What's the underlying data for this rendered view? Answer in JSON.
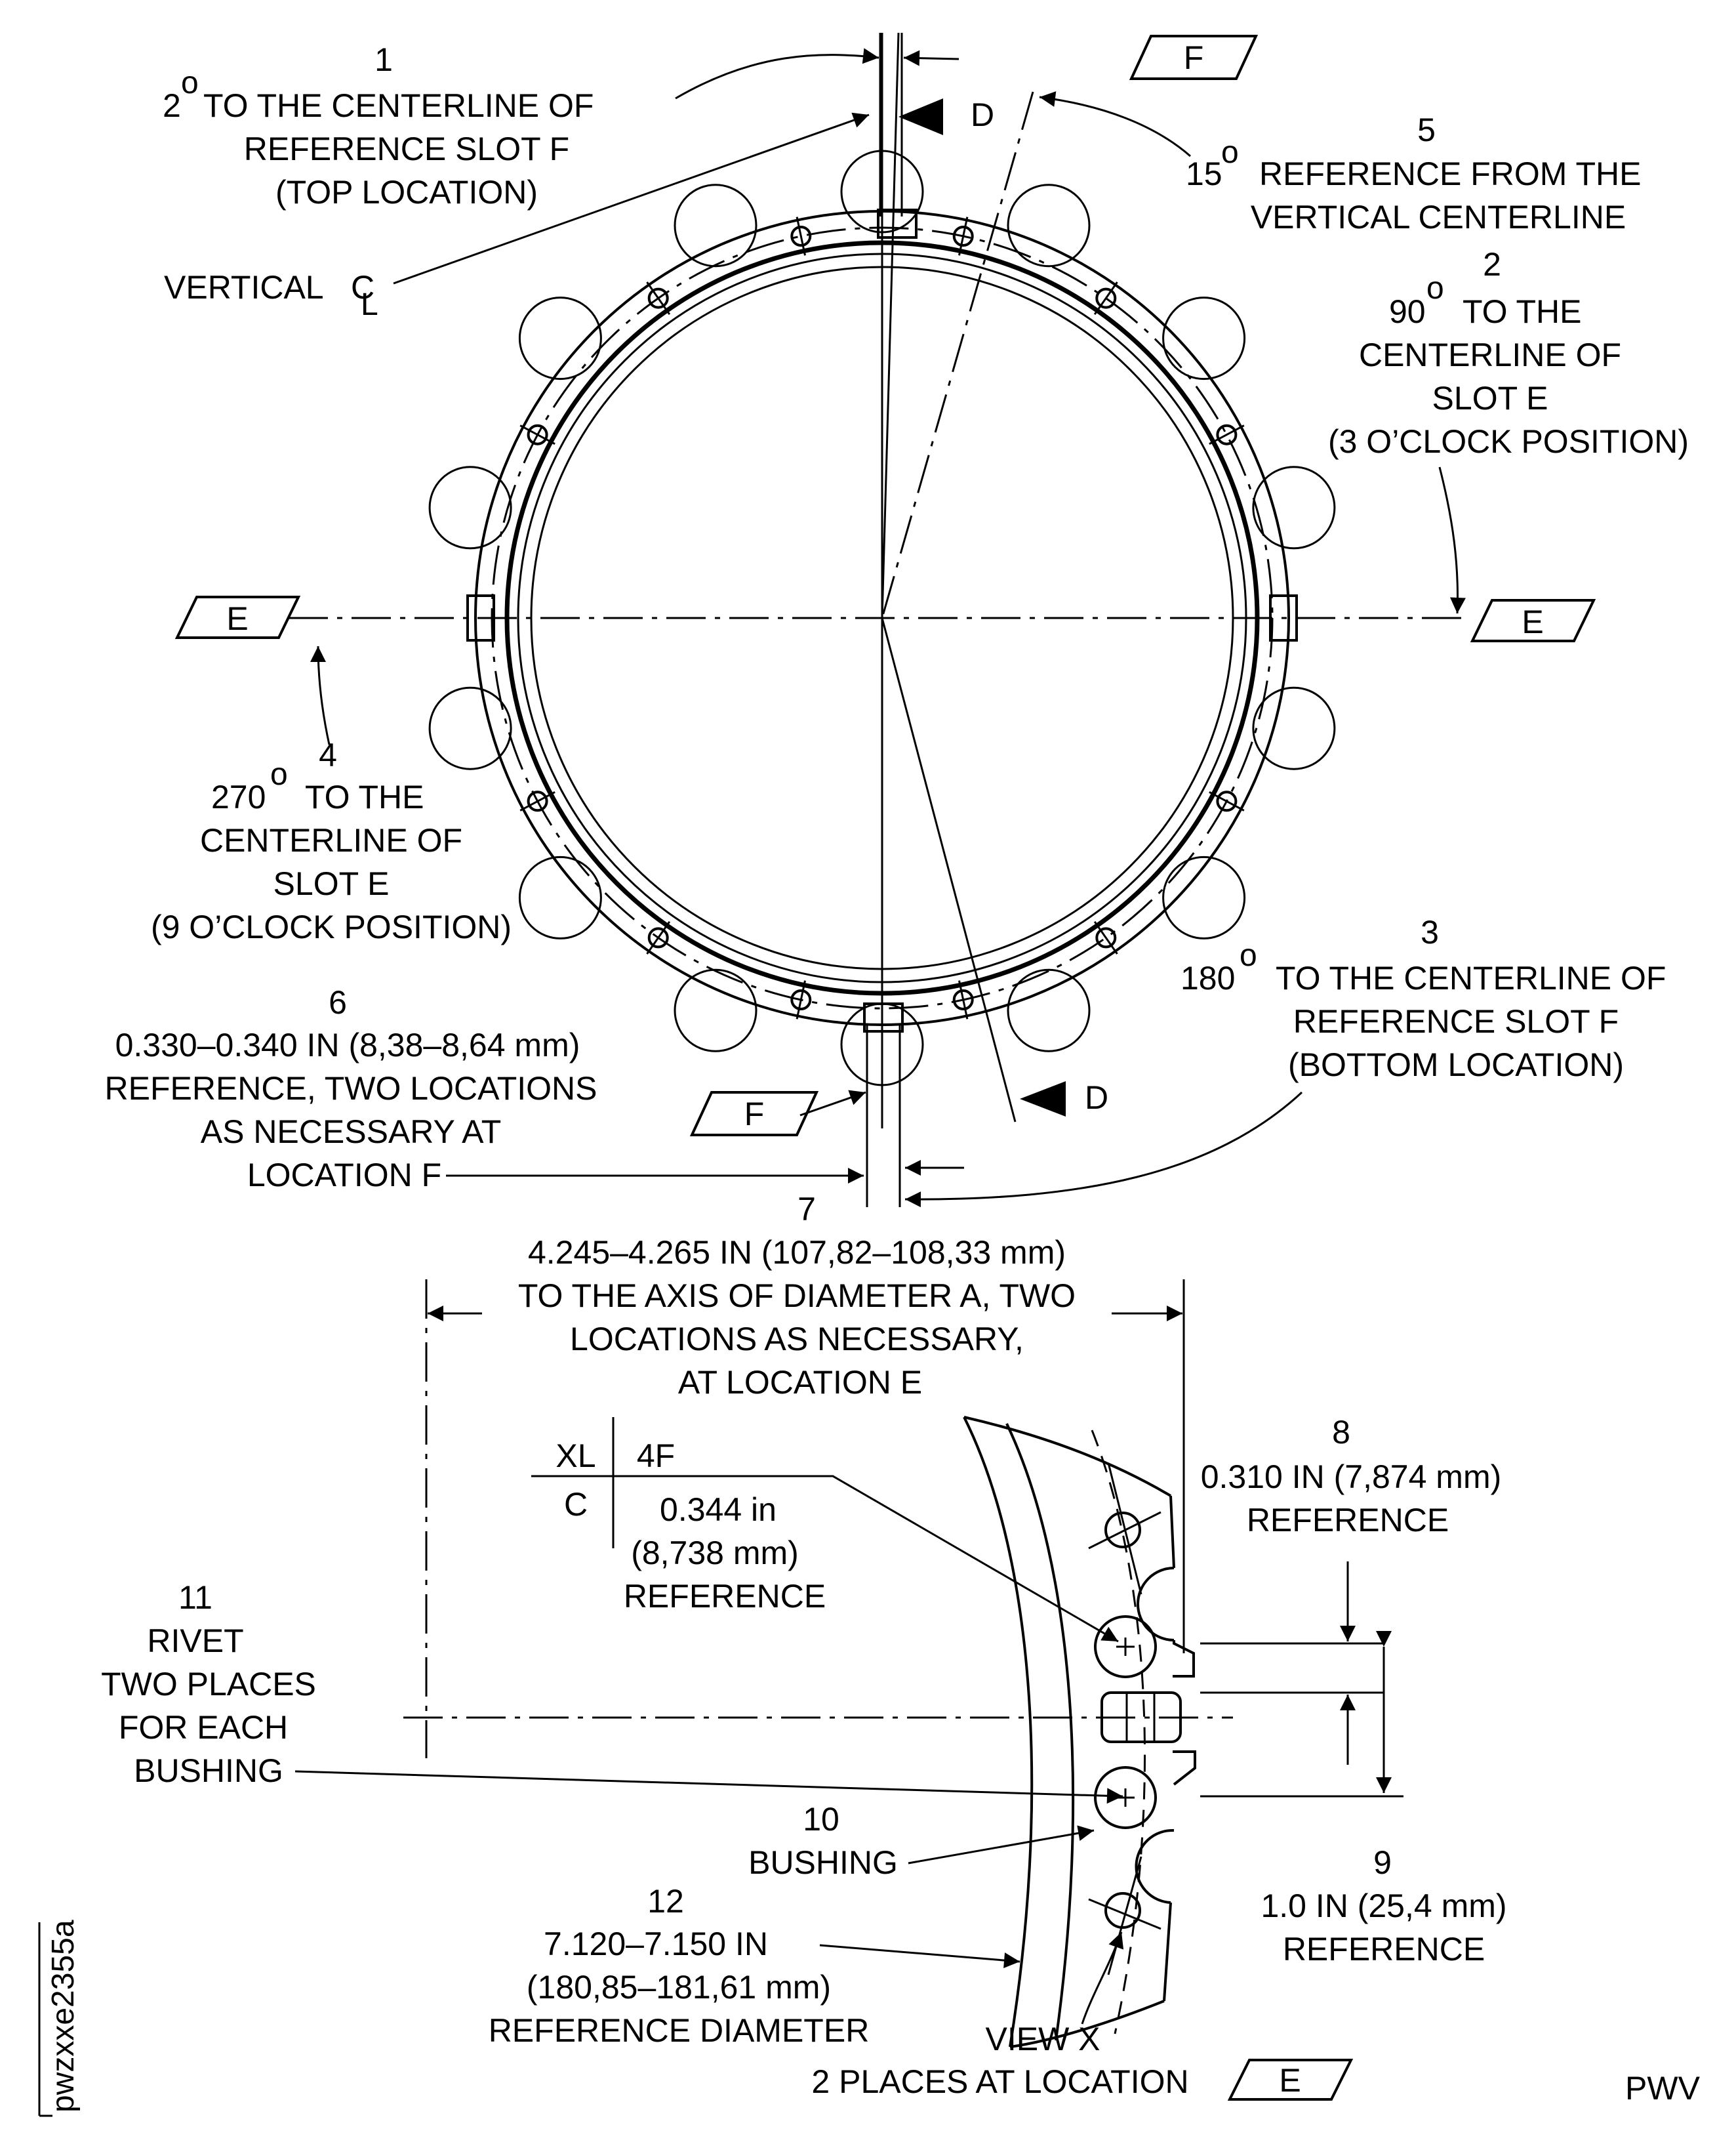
{
  "callouts": {
    "c1": {
      "num": "1",
      "angle": "2",
      "deg": "o",
      "lines": [
        "TO THE CENTERLINE OF",
        "REFERENCE SLOT F",
        "(TOP LOCATION)"
      ]
    },
    "c2": {
      "num": "2",
      "angle": "90",
      "deg": "o",
      "lines": [
        "TO THE",
        "CENTERLINE OF",
        "SLOT E",
        "(3 O’CLOCK POSITION)"
      ]
    },
    "c3": {
      "num": "3",
      "angle": "180",
      "deg": "o",
      "lines": [
        "TO THE CENTERLINE OF",
        "REFERENCE SLOT F",
        "(BOTTOM LOCATION)"
      ]
    },
    "c4": {
      "num": "4",
      "angle": "270",
      "deg": "o",
      "lines": [
        "TO THE",
        "CENTERLINE OF",
        "SLOT E",
        "(9 O’CLOCK POSITION)"
      ]
    },
    "c5": {
      "num": "5",
      "angle": "15",
      "deg": "o",
      "lines": [
        "REFERENCE FROM THE",
        "VERTICAL CENTERLINE"
      ]
    },
    "c6": {
      "num": "6",
      "lines": [
        "0.330–0.340 IN (8,38–8,64 mm)",
        "REFERENCE, TWO LOCATIONS",
        "AS NECESSARY AT",
        "LOCATION F"
      ]
    },
    "c7": {
      "num": "7",
      "lines": [
        "4.245–4.265 IN (107,82–108,33 mm)",
        "TO THE AXIS OF DIAMETER A, TWO",
        "LOCATIONS AS NECESSARY,",
        "AT LOCATION E"
      ]
    },
    "c8": {
      "num": "8",
      "lines": [
        "0.310 IN (7,874 mm)",
        "REFERENCE"
      ]
    },
    "c9": {
      "num": "9",
      "lines": [
        "1.0 IN (25,4 mm)",
        "REFERENCE"
      ]
    },
    "c10": {
      "num": "10",
      "lines": [
        "BUSHING"
      ]
    },
    "c11": {
      "num": "11",
      "lines": [
        "RIVET",
        "TWO PLACES",
        "FOR EACH",
        "BUSHING"
      ]
    },
    "c12": {
      "num": "12",
      "lines": [
        "7.120–7.150 IN",
        "(180,85–181,61 mm)",
        "REFERENCE DIAMETER"
      ]
    }
  },
  "vertical_cl": {
    "text": "VERTICAL",
    "symbol": "C",
    "sub": "L"
  },
  "datums": {
    "F": "F",
    "E": "E",
    "D": "D"
  },
  "table": {
    "col1_head": "XL",
    "col2_head": "4F",
    "col1_row": "C",
    "col2_rows": [
      "0.344 in",
      "(8,738 mm)",
      "REFERENCE"
    ]
  },
  "view": {
    "title": "VIEW X",
    "subtitle": "2 PLACES AT LOCATION"
  },
  "figure_id": "pwzxxe2355a",
  "brand": "PWV"
}
